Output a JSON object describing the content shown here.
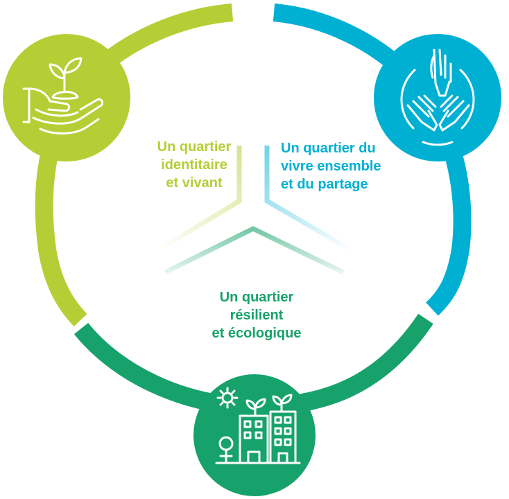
{
  "colors": {
    "lime": "#b5ce36",
    "cyan": "#00b0d3",
    "green": "#17a26b"
  },
  "icons": {
    "top_left": "plant-in-hands-icon",
    "top_right": "joined-hands-icon",
    "bottom": "green-buildings-icon"
  },
  "labels": {
    "left": {
      "line1": "Un quartier",
      "line2": "identitaire",
      "line3": "et vivant"
    },
    "right": {
      "line1": "Un quartier du",
      "line2": "vivre ensemble",
      "line3": "et du partage"
    },
    "bottom": {
      "line1": "Un quartier",
      "line2": "résilient",
      "line3": "et écologique"
    }
  }
}
